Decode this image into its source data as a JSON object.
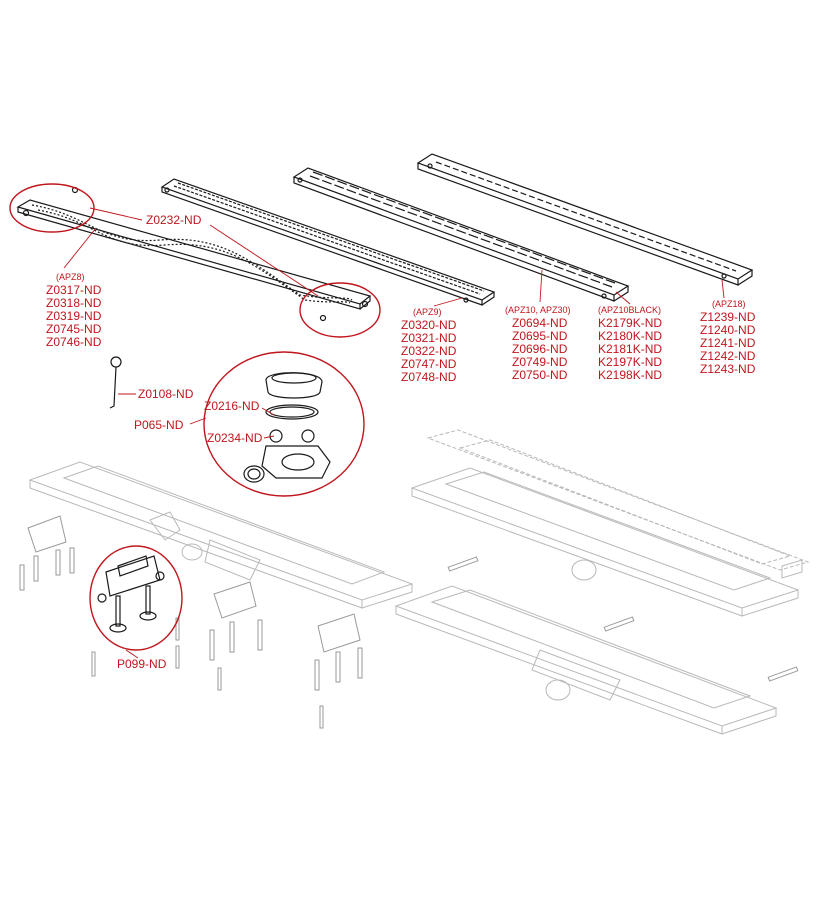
{
  "labels": {
    "z0232": "Z0232-ND",
    "apz8": "(APZ8)",
    "apz8_codes": [
      "Z0317-ND",
      "Z0318-ND",
      "Z0319-ND",
      "Z0745-ND",
      "Z0746-ND"
    ],
    "apz9": "(APZ9)",
    "apz9_codes": [
      "Z0320-ND",
      "Z0321-ND",
      "Z0322-ND",
      "Z0747-ND",
      "Z0748-ND"
    ],
    "apz10": "(APZ10, APZ30)",
    "apz10_codes": [
      "Z0694-ND",
      "Z0695-ND",
      "Z0696-ND",
      "Z0749-ND",
      "Z0750-ND"
    ],
    "apz10black": "(APZ10BLACK)",
    "apz10black_codes": [
      "K2179K-ND",
      "K2180K-ND",
      "K2181K-ND",
      "K2197K-ND",
      "K2198K-ND"
    ],
    "apz18": "(APZ18)",
    "apz18_codes": [
      "Z1239-ND",
      "Z1240-ND",
      "Z1241-ND",
      "Z1242-ND",
      "Z1243-ND"
    ],
    "z0108": "Z0108-ND",
    "z0216": "Z0216-ND",
    "p065": "P065-ND",
    "z0234": "Z0234-ND",
    "p099": "P099-ND"
  },
  "colors": {
    "label": "#c0161c",
    "line_art": "#1a1a1a",
    "ghost": "#b9b9b9"
  }
}
